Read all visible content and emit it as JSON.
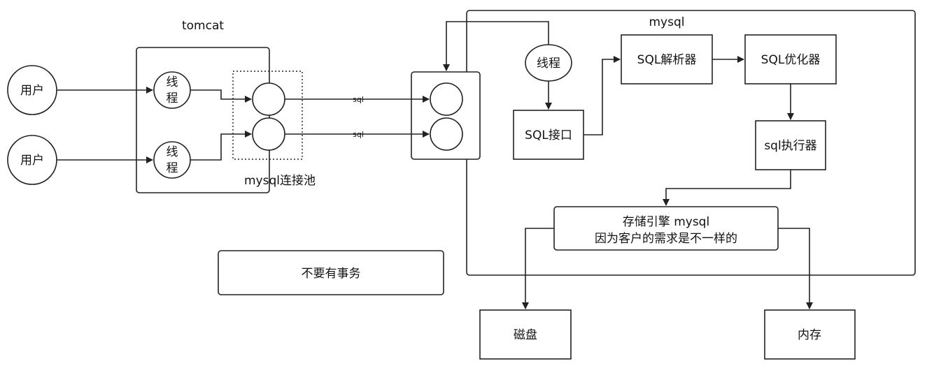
{
  "diagram": {
    "labels": {
      "tomcat": "tomcat",
      "mysql_container": "mysql",
      "pool": "mysql连接池",
      "user_1": "用户",
      "user_2": "用户",
      "thread_1_a": "线",
      "thread_1_b": "程",
      "thread_2_a": "线",
      "thread_2_b": "程",
      "mysql_thread": "线程",
      "sql_interface": "SQL接口",
      "sql_parser": "SQL解析器",
      "sql_optimizer": "SQL优化器",
      "sql_executor": "sql执行器",
      "storage_line1": "存储引擎 mysql",
      "storage_line2": "因为客户的需求是不一样的",
      "disk": "磁盘",
      "memory": "内存",
      "no_transaction": "不要有事务",
      "edge_sql_1": "sql",
      "edge_sql_2": "sql"
    },
    "colors": {
      "stroke": "#222222",
      "background": "#ffffff",
      "text": "#111111"
    }
  }
}
